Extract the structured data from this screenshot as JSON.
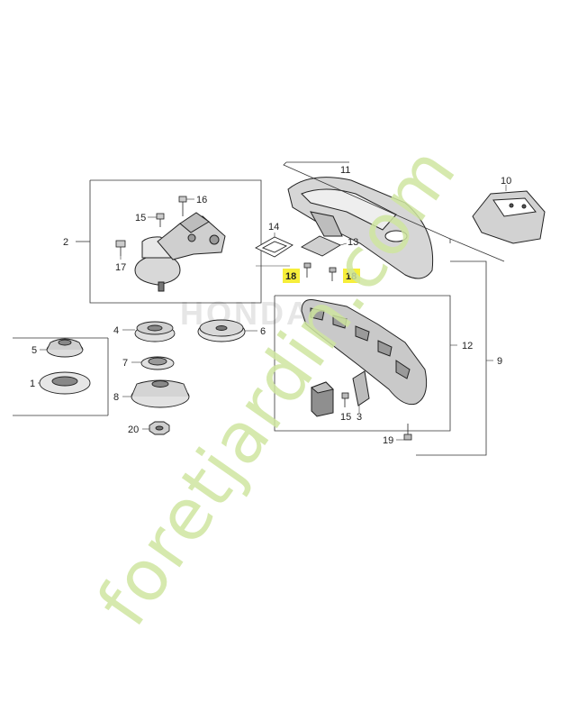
{
  "watermark": {
    "text": "foretjardin.com",
    "color_light": "#cfe6a0",
    "color_dark": "#b8aa90"
  },
  "brand_ghost": {
    "text": "HONDA"
  },
  "highlight_color": "#f6ee3a",
  "parts": {
    "p1": "1",
    "p2": "2",
    "p3": "3",
    "p4": "4",
    "p5": "5",
    "p6": "6",
    "p7": "7",
    "p8": "8",
    "p9": "9",
    "p10": "10",
    "p11": "11",
    "p12": "12",
    "p13": "13",
    "p14": "14",
    "p15a": "15",
    "p15b": "15",
    "p16": "16",
    "p17": "17",
    "p18a": "18",
    "p18b": "18",
    "p19": "19",
    "p20": "20"
  }
}
